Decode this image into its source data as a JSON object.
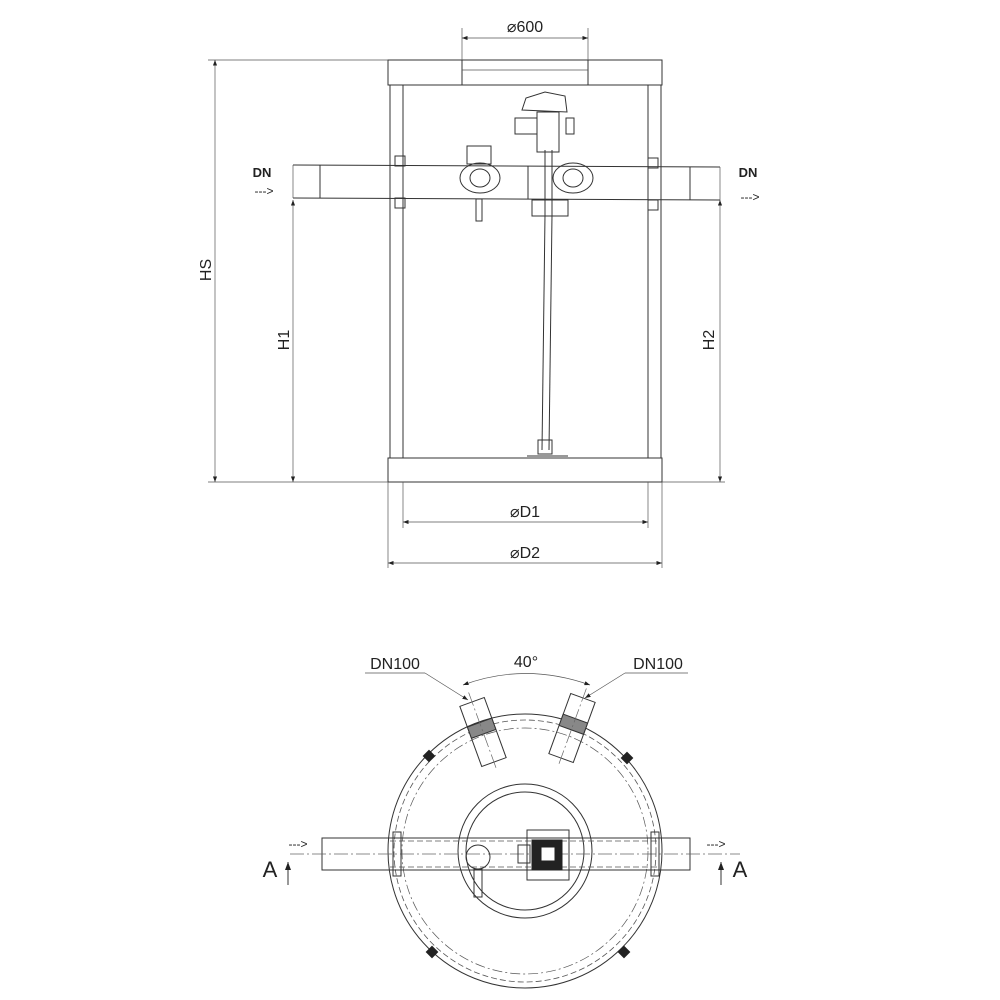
{
  "side_view": {
    "dims": {
      "opening": "⌀600",
      "hs": "HS",
      "h1": "H1",
      "h2": "H2",
      "d1": "⌀D1",
      "d2": "⌀D2"
    },
    "inlet_label": "DN",
    "outlet_label": "DN",
    "flow_arrow": "--->"
  },
  "plan_view": {
    "angle": "40°",
    "branch_left": "DN100",
    "branch_right": "DN100",
    "section_left": "A",
    "section_right": "A",
    "flow_arrow": "--->"
  }
}
